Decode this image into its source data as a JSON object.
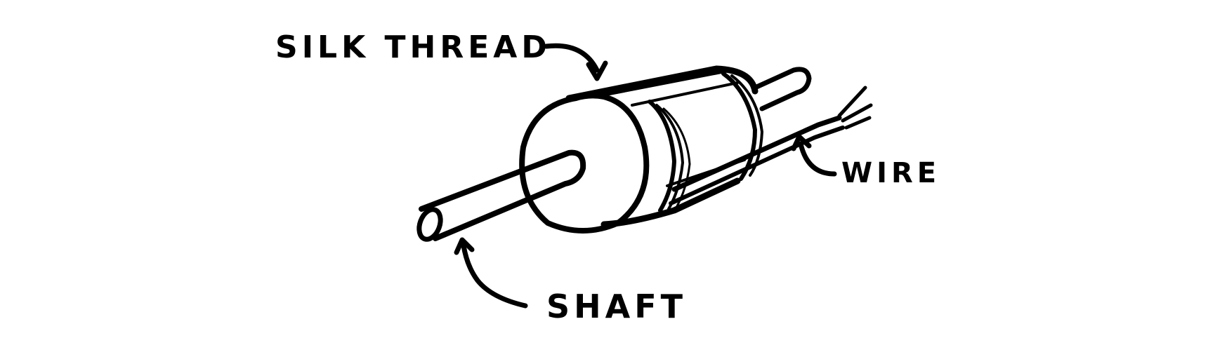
{
  "diagram": {
    "subject": "shaft wrapped with wire and silk thread",
    "labels": {
      "silk_thread": "SILK THREAD",
      "wire": "WIRE",
      "shaft": "SHAFT"
    },
    "colors": {
      "ink": "#000000",
      "paper": "#ffffff"
    }
  }
}
